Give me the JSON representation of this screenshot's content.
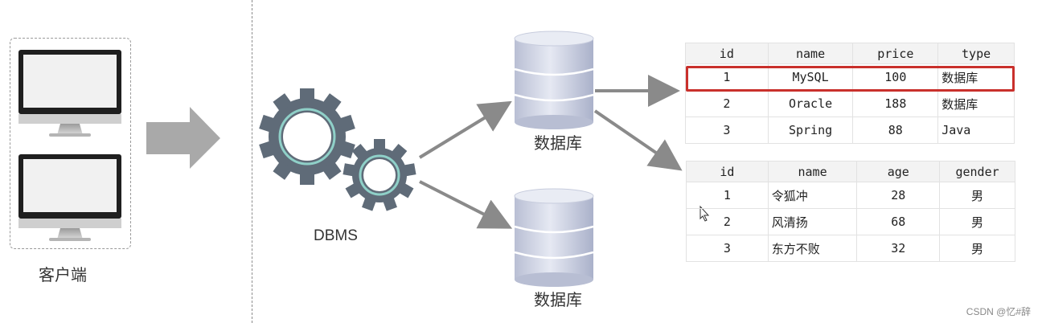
{
  "client": {
    "label": "客户端"
  },
  "dbms": {
    "label": "DBMS"
  },
  "databases": [
    {
      "label": "数据库"
    },
    {
      "label": "数据库"
    }
  ],
  "table_products": {
    "headers": [
      "id",
      "name",
      "price",
      "type"
    ],
    "rows": [
      [
        "1",
        "MySQL",
        "100",
        "数据库"
      ],
      [
        "2",
        "Oracle",
        "188",
        "数据库"
      ],
      [
        "3",
        "Spring",
        "88",
        "Java"
      ]
    ],
    "highlight_color": "#c9302c"
  },
  "table_people": {
    "headers": [
      "id",
      "name",
      "age",
      "gender"
    ],
    "rows": [
      [
        "1",
        "令狐冲",
        "28",
        "男"
      ],
      [
        "2",
        "风清扬",
        "68",
        "男"
      ],
      [
        "3",
        "东方不败",
        "32",
        "男"
      ]
    ]
  },
  "watermark": "CSDN @忆#辞",
  "colors": {
    "gear": "#5f6b78",
    "gear_ring": "#8fd0c8",
    "arrow": "#8a8a8a",
    "db_body": "#c4c9dc"
  }
}
